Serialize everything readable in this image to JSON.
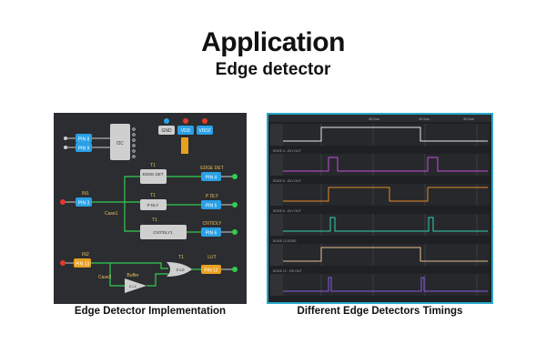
{
  "header": {
    "title": "Application",
    "subtitle": "Edge detector"
  },
  "captions": {
    "left": "Edge Detector Implementation",
    "right": "Different Edge Detectors Timings"
  },
  "schematic": {
    "pins_top": [
      "PIN 8",
      "PIN 9"
    ],
    "i2c": "I2C",
    "power": [
      "GND",
      "VDD",
      "VDD2"
    ],
    "pin_in1": "PIN 3",
    "pin_in1_label": "IN1",
    "case1": "Case1",
    "blocks": {
      "edge_det": "EDGE DET",
      "p_dly": "P DLY",
      "cnt_dly": "CNT/DLY1",
      "buffer_label": "Buffer",
      "buffer_block": "2-L1",
      "lut": "2-L0"
    },
    "t_labels": [
      "T1",
      "T1",
      "T1",
      "T1"
    ],
    "outputs": [
      {
        "label": "EDGE DET",
        "pin": "PIN 4"
      },
      {
        "label": "P DLY",
        "pin": "PIN 5"
      },
      {
        "label": "CNT/DLY",
        "pin": "PIN 6"
      },
      {
        "label": "LUT",
        "pin": "PIN 12"
      }
    ],
    "pin_in2": "PIN 13",
    "pin_in2_label": "IN2",
    "case2": "Case2",
    "colors": {
      "pin_blue": "#2aa0e6",
      "wire_green": "#2fcf4f",
      "pin_orange": "#e8a020",
      "block_gray": "#cfcfcf"
    }
  },
  "timing": {
    "ruler_labels": [
      "48.5us",
      "49.5us",
      "49.5us"
    ],
    "channel_labels": [
      "",
      "EDGE 4 - DLY OUT",
      "EDGE 5 - DLY OUT",
      "EDGE 6 - DLY OUT",
      "EDGE 13 EDGE",
      "EDGE 12 - OR OUT"
    ],
    "colors": [
      "#e8e8e8",
      "#c44fd8",
      "#e58a28",
      "#33d0b0",
      "#e8c090",
      "#8a5ae0"
    ]
  }
}
